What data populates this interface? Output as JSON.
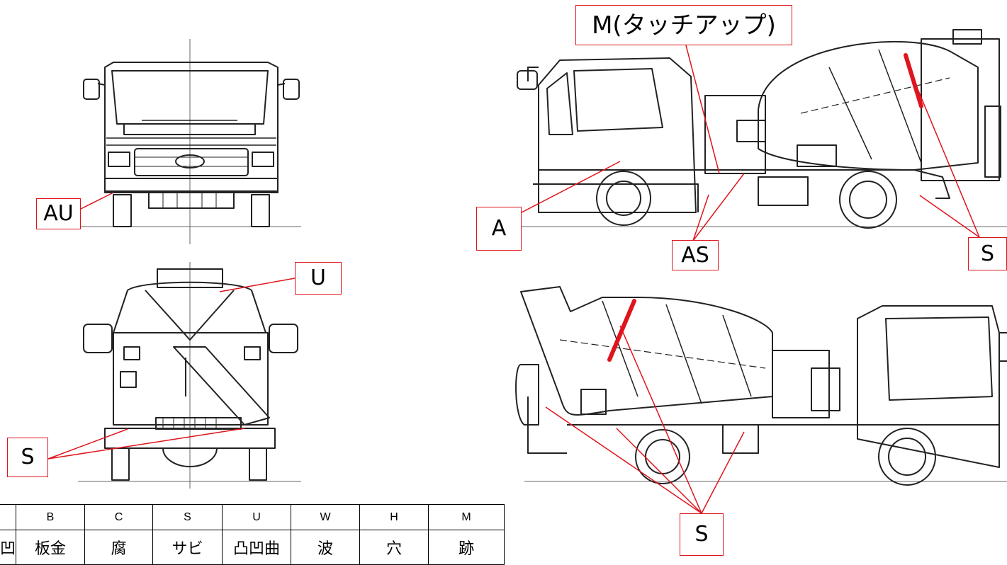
{
  "callouts": {
    "au": "AU",
    "u": "U",
    "s_rear": "S",
    "m": "M(タッチアップ)",
    "a": "A",
    "as": "AS",
    "s_right": "S",
    "s_bottom": "S"
  },
  "legend": {
    "codes": [
      "",
      "B",
      "C",
      "S",
      "U",
      "W",
      "H",
      "M"
    ],
    "meanings": [
      "凹",
      "板金",
      "腐",
      "サビ",
      "凸凹曲",
      "波",
      "穴",
      "跡"
    ]
  },
  "colors": {
    "callout_red": "#e0141c",
    "line": "#222222"
  }
}
